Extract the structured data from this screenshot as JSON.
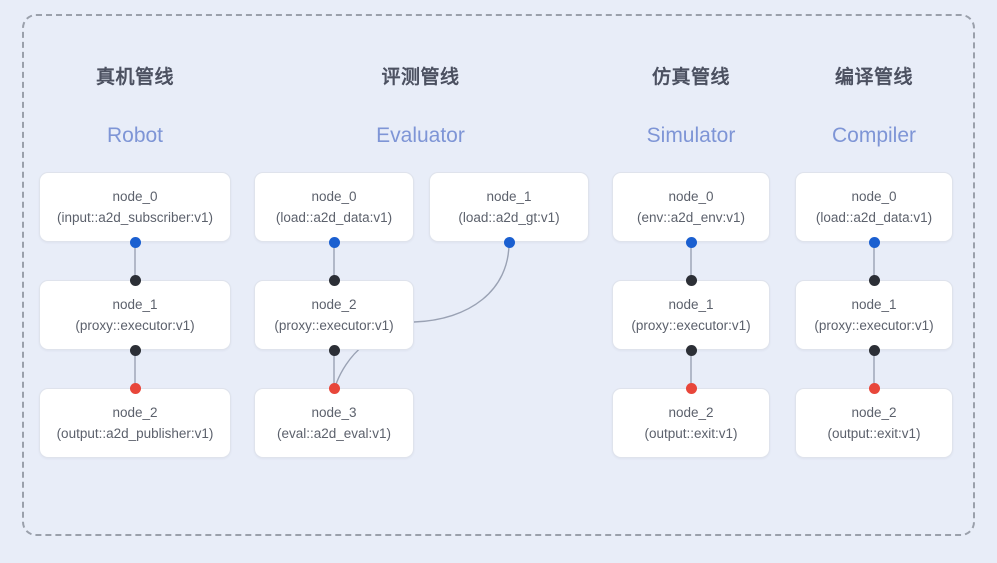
{
  "diagram": {
    "background_color": "#e8edf8",
    "frame_border_color": "#9aa0ab",
    "node_fill": "#ffffff",
    "node_border": "#dfe3ec",
    "edge_color": "#9aa2b4",
    "title_color": "#4c5161",
    "subtitle_color": "#7e95d6",
    "port_colors": {
      "output": "#1a5fd0",
      "input": "#2c2f36",
      "terminal": "#e8463a"
    }
  },
  "columns": [
    {
      "id": "robot",
      "title_cn": "真机管线",
      "title_en": "Robot",
      "nodes": [
        {
          "name": "node_0",
          "type": "(input::a2d_subscriber:v1)"
        },
        {
          "name": "node_1",
          "type": "(proxy::executor:v1)"
        },
        {
          "name": "node_2",
          "type": "(output::a2d_publisher:v1)"
        }
      ]
    },
    {
      "id": "evaluator",
      "title_cn": "评测管线",
      "title_en": "Evaluator",
      "nodes": [
        {
          "name": "node_0",
          "type": "(load::a2d_data:v1)"
        },
        {
          "name": "node_1",
          "type": "(load::a2d_gt:v1)"
        },
        {
          "name": "node_2",
          "type": "(proxy::executor:v1)"
        },
        {
          "name": "node_3",
          "type": "(eval::a2d_eval:v1)"
        }
      ]
    },
    {
      "id": "simulator",
      "title_cn": "仿真管线",
      "title_en": "Simulator",
      "nodes": [
        {
          "name": "node_0",
          "type": "(env::a2d_env:v1)"
        },
        {
          "name": "node_1",
          "type": "(proxy::executor:v1)"
        },
        {
          "name": "node_2",
          "type": "(output::exit:v1)"
        }
      ]
    },
    {
      "id": "compiler",
      "title_cn": "编译管线",
      "title_en": "Compiler",
      "nodes": [
        {
          "name": "node_0",
          "type": "(load::a2d_data:v1)"
        },
        {
          "name": "node_1",
          "type": "(proxy::executor:v1)"
        },
        {
          "name": "node_2",
          "type": "(output::exit:v1)"
        }
      ]
    }
  ]
}
